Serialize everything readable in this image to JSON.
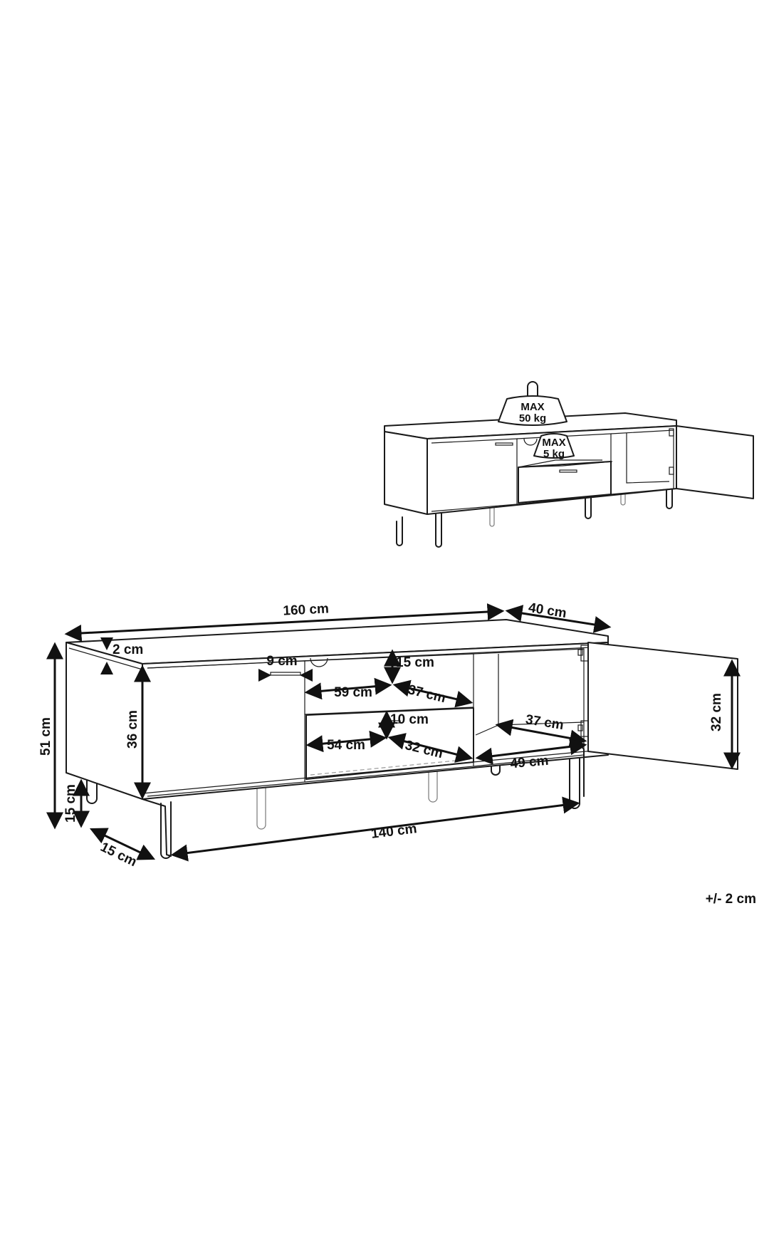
{
  "diagram": {
    "type": "product-dimension-drawing",
    "subject": "TV stand / sideboard with one left door, open shelf, drawer, and one right door",
    "load_limits": {
      "top_surface": {
        "label_line1": "MAX",
        "label_line2": "50 kg"
      },
      "shelf": {
        "label_line1": "MAX",
        "label_line2": "5 kg"
      }
    },
    "dimensions": {
      "total_width": "160 cm",
      "depth": "40 cm",
      "total_height": "51 cm",
      "top_thickness": "2 cm",
      "body_height": "36 cm",
      "leg_height": "15 cm",
      "leg_inset_depth": "15 cm",
      "leg_span": "140 cm",
      "handle_width": "9 cm",
      "shelf_clearance": "15 cm",
      "shelf_width": "59 cm",
      "shelf_depth": "37 cm",
      "drawer_height": "10 cm",
      "drawer_width": "54 cm",
      "drawer_depth": "32 cm",
      "right_compartment_depth": "37 cm",
      "right_compartment_width": "49 cm",
      "right_door_height": "32 cm"
    },
    "tolerance": "+/- 2 cm"
  },
  "colors": {
    "line": "#1a1a1a",
    "background": "#ffffff"
  }
}
